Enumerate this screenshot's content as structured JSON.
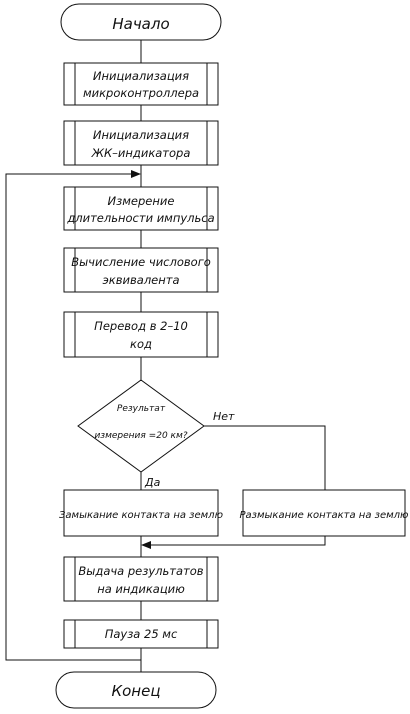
{
  "flowchart": {
    "start": "Начало",
    "end": "Конец",
    "steps": [
      {
        "line1": "Инициализация",
        "line2": "микроконтроллера"
      },
      {
        "line1": "Инициализация",
        "line2": "ЖК–индикатора"
      },
      {
        "line1": "Измерение",
        "line2": "длительности импульса"
      },
      {
        "line1": "Вычисление числового",
        "line2": "эквивалента"
      },
      {
        "line1": "Перевод в 2–10",
        "line2": "код"
      }
    ],
    "decision": {
      "line1": "Результат",
      "line2": "измерения =20 км?"
    },
    "yes_label": "Да",
    "no_label": "Нет",
    "yes_action": "Замыкание контакта на землю",
    "no_action": "Размыкание контакта на землю",
    "output": {
      "line1": "Выдача результатов",
      "line2": "на индикацию"
    },
    "pause": "Пауза 25 мс",
    "colors": {
      "stroke": "#111111",
      "fill": "#ffffff"
    }
  }
}
